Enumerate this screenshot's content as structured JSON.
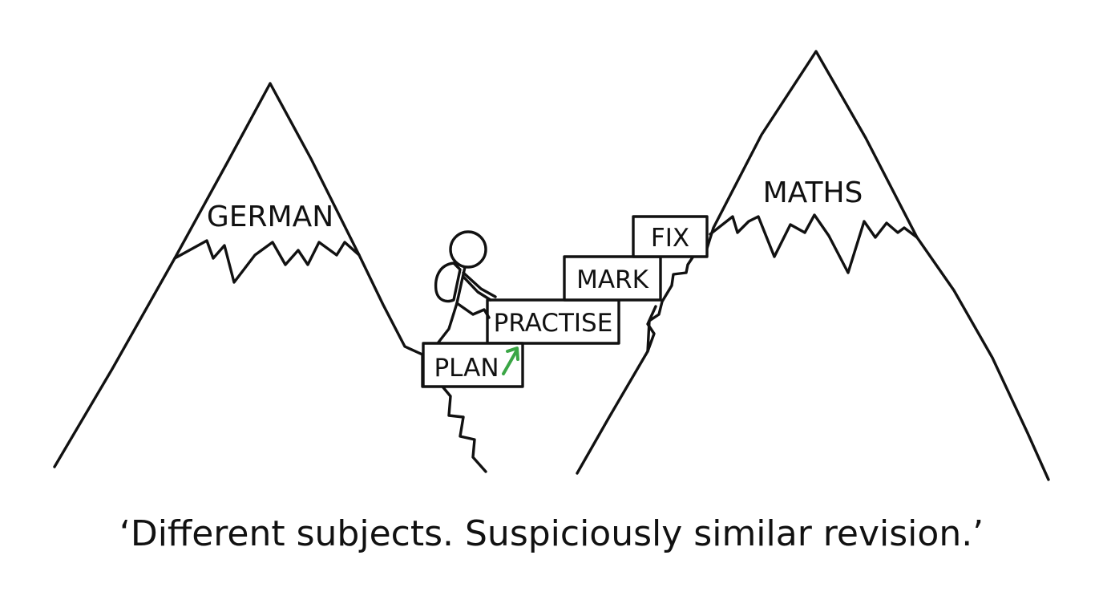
{
  "mountains": {
    "left_label": "GERMAN",
    "right_label": "MATHS"
  },
  "steps": {
    "plan": "PLAN",
    "practise": "PRACTISE",
    "mark": "MARK",
    "fix": "FIX"
  },
  "caption": "‘Different subjects. Suspiciously similar revision.’",
  "colors": {
    "ink": "#111111",
    "arrow": "#3aa645",
    "background": "#ffffff"
  }
}
